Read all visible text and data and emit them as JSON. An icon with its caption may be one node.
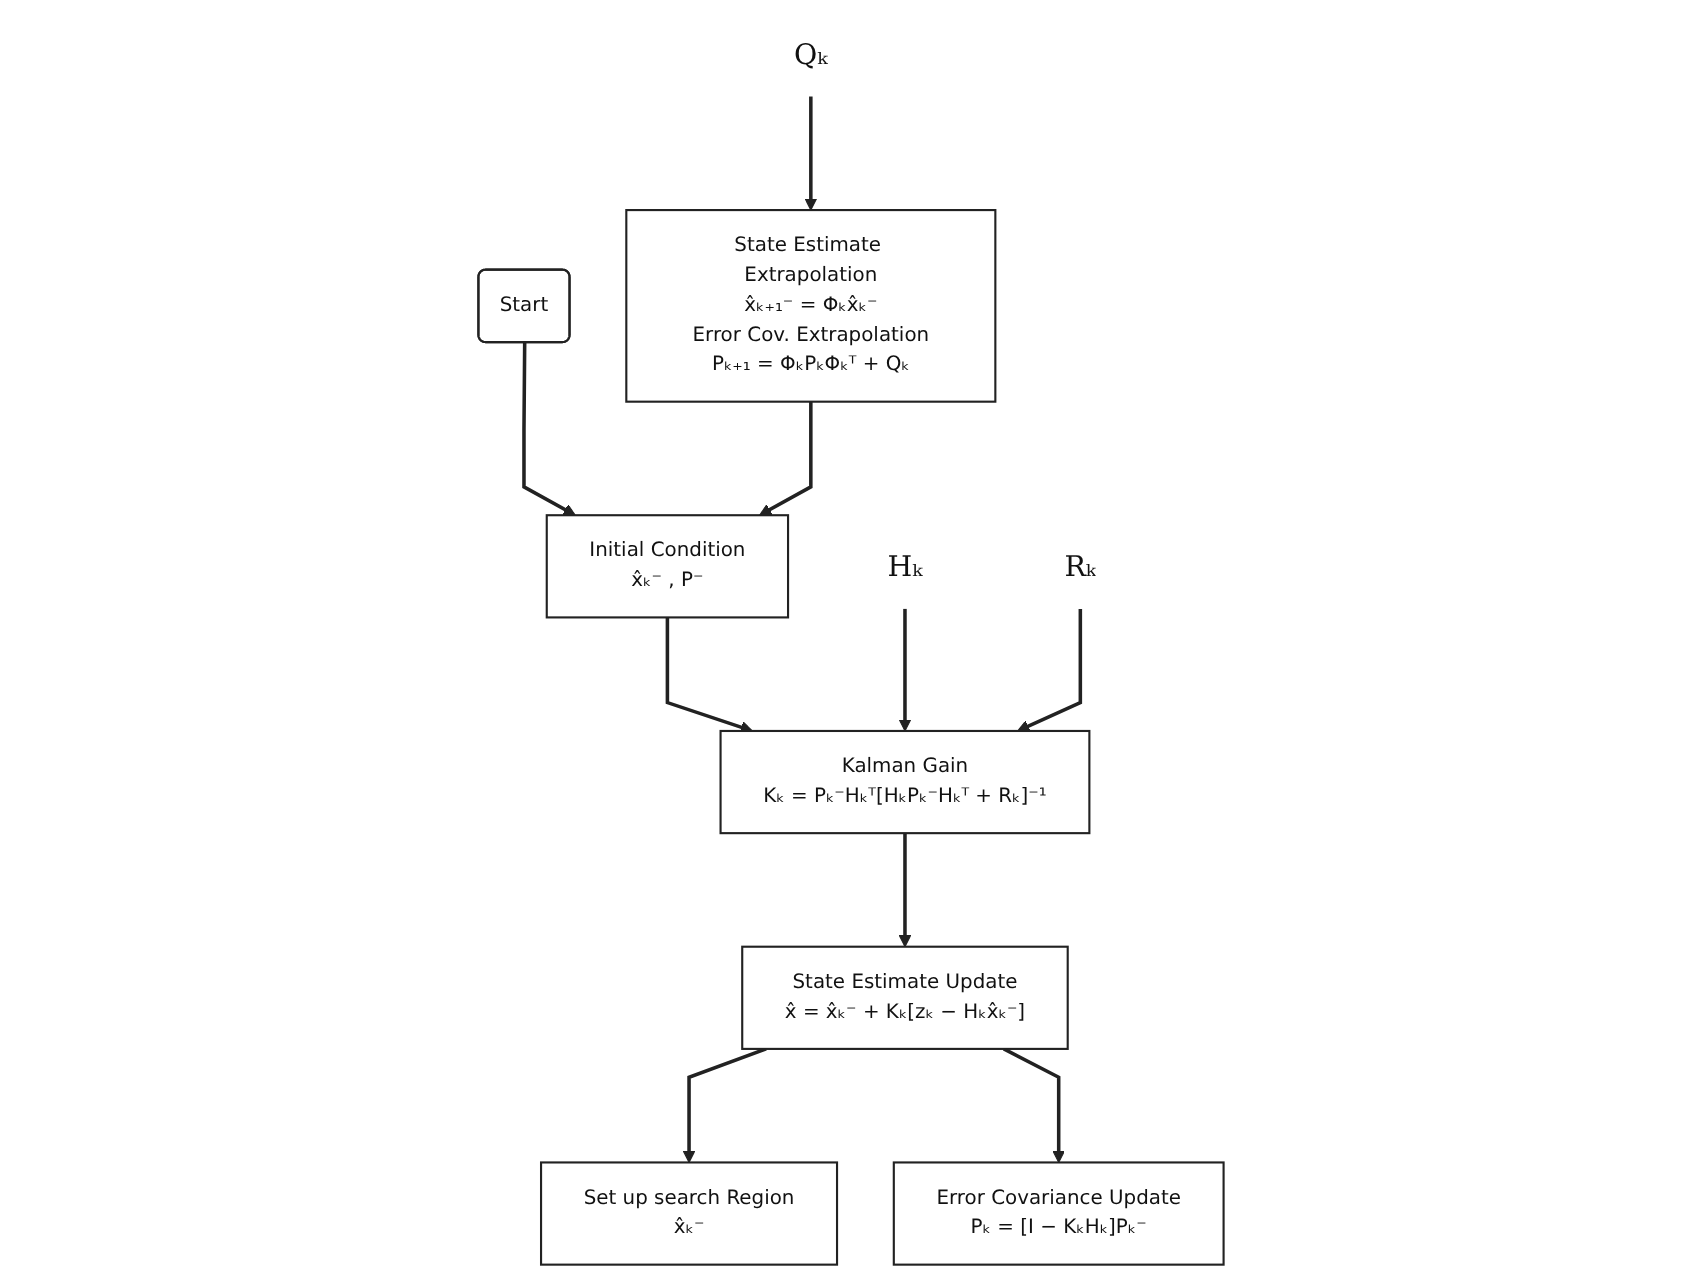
{
  "diagram": {
    "nodes": [
      {
        "text": [
          "Start"
        ]
      },
      {
        "text": [
          "Initial Condition",
          "x̂ₖ⁻ , P⁻"
        ]
      },
      {
        "text": [
          "Kalman Gain",
          "Kₖ = Pₖ⁻Hₖᵀ[HₖPₖ⁻Hₖᵀ + Rₖ]⁻¹"
        ]
      },
      {
        "text": [
          "State Estimate Extrapolation",
          "x̂ₖ₊₁⁻ = Φₖx̂ₖ⁻",
          "Error Cov. Extrapolation",
          "Pₖ₊₁ = ΦₖPₖΦₖᵀ + Qₖ"
        ]
      },
      {
        "text": [
          "State Estimate Update",
          "x̂ = x̂ₖ⁻ + Kₖ[zₖ − Hₖx̂ₖ⁻]"
        ]
      },
      {
        "text": [
          "Error Covariance Update",
          "Pₖ = [I − KₖHₖ]Pₖ⁻"
        ]
      },
      {
        "text": [
          "Set up search Region",
          "x̂ₖ⁻"
        ]
      },
      {
        "text": [
          "Hₖ"
        ]
      },
      {
        "text": [
          "Rₖ"
        ]
      },
      {
        "text": [
          "Qₖ"
        ]
      }
    ],
    "edges": [
      {
        "from": 0,
        "to": 1,
        "arrow": "to"
      },
      {
        "from": 1,
        "to": 2,
        "arrow": "to"
      },
      {
        "from": 7,
        "to": 2,
        "arrow": "to"
      },
      {
        "from": 8,
        "to": 2,
        "arrow": "to"
      },
      {
        "from": 3,
        "to": 1,
        "arrow": "to"
      },
      {
        "from": 9,
        "to": 3,
        "arrow": "to"
      },
      {
        "from": 2,
        "to": 4,
        "arrow": "to"
      },
      {
        "from": 4,
        "to": 6,
        "arrow": "to"
      },
      {
        "from": 4,
        "to": 5,
        "arrow": "to"
      }
    ]
  }
}
